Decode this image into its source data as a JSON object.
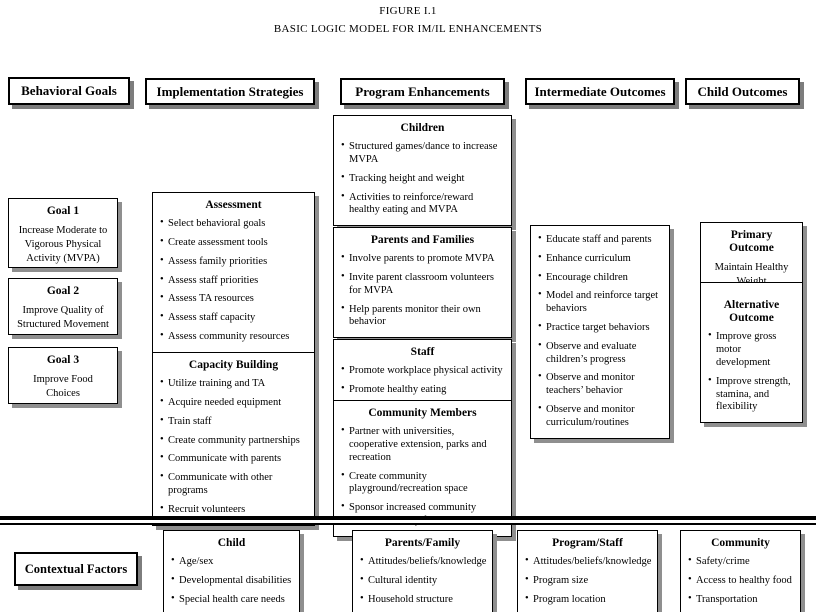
{
  "figure": {
    "number": "FIGURE I.1",
    "title": "BASIC LOGIC MODEL FOR IM/IL ENHANCEMENTS"
  },
  "colors": {
    "border": "#000000",
    "shadow": "#8f8f8f",
    "background": "#ffffff"
  },
  "column_headers": [
    "Behavioral Goals",
    "Implementation Strategies",
    "Program Enhancements",
    "Intermediate Outcomes",
    "Child Outcomes"
  ],
  "behavioral_goals": [
    {
      "title": "Goal 1",
      "text": "Increase Moderate to Vigorous Physical Activity (MVPA)"
    },
    {
      "title": "Goal 2",
      "text": "Improve Quality of Structured Movement"
    },
    {
      "title": "Goal 3",
      "text": "Improve Food Choices"
    }
  ],
  "implementation_strategies": [
    {
      "title": "Assessment",
      "bullets": [
        "Select behavioral goals",
        "Create assessment tools",
        "Assess family priorities",
        "Assess staff priorities",
        "Assess TA resources",
        "Assess staff capacity",
        "Assess community resources"
      ]
    },
    {
      "title": "Capacity Building",
      "bullets": [
        "Utilize training and TA",
        "Acquire needed equipment",
        "Train staff",
        "Create community partnerships",
        "Communicate with parents",
        "Communicate with other programs",
        "Recruit volunteers"
      ]
    }
  ],
  "program_enhancements": [
    {
      "title": "Children",
      "bullets": [
        "Structured games/dance to increase MVPA",
        "Tracking height and weight",
        "Activities to reinforce/reward healthy eating and MVPA"
      ]
    },
    {
      "title": "Parents and Families",
      "bullets": [
        "Involve parents to promote MVPA",
        "Invite parent classroom volunteers for MVPA",
        "Help parents monitor their own behavior"
      ]
    },
    {
      "title": "Staff",
      "bullets": [
        "Promote workplace physical activity",
        "Promote healthy eating"
      ]
    },
    {
      "title": "Community Members",
      "bullets": [
        "Partner with universities, cooperative extension, parks and recreation",
        "Create community playground/recreation space",
        "Sponsor increased community access to healthy foods"
      ]
    }
  ],
  "intermediate_outcomes": {
    "bullets": [
      "Educate staff and parents",
      "Enhance curriculum",
      "Encourage children",
      "Model and reinforce target behaviors",
      "Practice target behaviors",
      "Observe and evaluate children’s progress",
      "Observe and monitor teachers’ behavior",
      "Observe and monitor curriculum/routines"
    ]
  },
  "child_outcomes": {
    "primary": {
      "title": "Primary Outcome",
      "text": "Maintain Healthy Weight"
    },
    "alternative": {
      "title": "Alternative Outcome",
      "bullets": [
        "Improve gross motor development",
        "Improve strength, stamina, and flexibility"
      ]
    }
  },
  "contextual_factors": {
    "label": "Contextual Factors",
    "boxes": [
      {
        "title": "Child",
        "bullets": [
          "Age/sex",
          "Developmental disabilities",
          "Special health care needs"
        ]
      },
      {
        "title": "Parents/Family",
        "bullets": [
          "Attitudes/beliefs/knowledge",
          "Cultural identity",
          "Household structure"
        ]
      },
      {
        "title": "Program/Staff",
        "bullets": [
          "Attitudes/beliefs/knowledge",
          "Program size",
          "Program location"
        ]
      },
      {
        "title": "Community",
        "bullets": [
          "Safety/crime",
          "Access to healthy food",
          "Transportation"
        ]
      }
    ]
  }
}
